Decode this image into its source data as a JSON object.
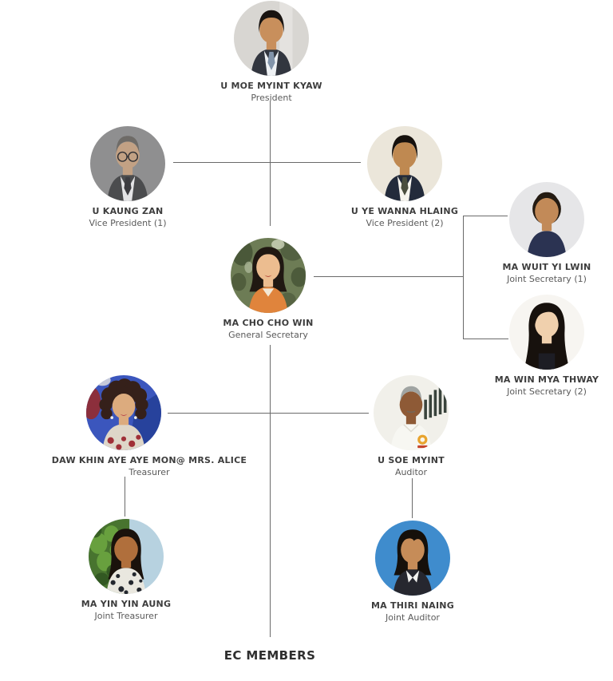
{
  "heading": "EC MEMBERS",
  "colors": {
    "background": "#ffffff",
    "line": "#6a6a6a",
    "name_text": "#3d3d3d",
    "role_text": "#5a5a5a",
    "heading_text": "#2f2f2f"
  },
  "people": {
    "president": {
      "name": "U MOE MYINT KYAW",
      "role": "President",
      "avatar": {
        "bg": "#d8d6d2",
        "skin": "#c88f5c",
        "hair": "#181310",
        "shirt": "#32363f",
        "tie": "#8294aa"
      }
    },
    "vice_president_1": {
      "name": "U KAUNG ZAN",
      "role": "Vice President (1)",
      "avatar": {
        "bg": "#8f8f90",
        "skin": "#c2a184",
        "hair": "#6e6b67",
        "shirt": "#4b4c4e",
        "tie": "#3c3c40"
      }
    },
    "vice_president_2": {
      "name": "U YE WANNA HLAING",
      "role": "Vice President (2)",
      "avatar": {
        "bg": "#ebe6da",
        "skin": "#bf8951",
        "hair": "#16110d",
        "shirt": "#232b3b",
        "tie": "#4b4e3f"
      }
    },
    "general_secretary": {
      "name": "MA CHO CHO WIN",
      "role": "General Secretary",
      "avatar": {
        "bg": "#6d7c55",
        "detail": "#2e3a22",
        "skin": "#ecbd90",
        "hair": "#201812",
        "shirt": "#e0843c"
      }
    },
    "joint_secretary_1": {
      "name": "MA WUIT YI LWIN",
      "role": "Joint Secretary (1)",
      "avatar": {
        "bg": "#e6e6e8",
        "skin": "#c28a58",
        "hair": "#241b12",
        "shirt": "#2b3352"
      }
    },
    "joint_secretary_2": {
      "name": "MA WIN MYA THWAY",
      "role": "Joint Secretary (2)",
      "avatar": {
        "bg": "#f7f5f1",
        "skin": "#f0d0ad",
        "hair": "#17110d",
        "shirt": "#1d1d24"
      }
    },
    "treasurer": {
      "name": "DAW KHIN AYE AYE MON@ MRS. ALICE",
      "role": "Treasurer",
      "avatar": {
        "bg": "#3b56bd",
        "bg2": "#8c2f3c",
        "skin": "#dcab7e",
        "hair": "#35201a",
        "shirt": "#ded6c8",
        "detail": "#a03038"
      }
    },
    "auditor": {
      "name": "U SOE MYINT",
      "role": "Auditor",
      "avatar": {
        "bg": "#f1f0ea",
        "detail": "#39433c",
        "skin": "#8e5a36",
        "hair": "#a0a4a2",
        "shirt": "#f7f7f2",
        "accent": "#e8a42e"
      }
    },
    "joint_treasurer": {
      "name": "MA YIN YIN AUNG",
      "role": "Joint Treasurer",
      "avatar": {
        "bg": "#b7d2e0",
        "bg2": "#48742f",
        "skin": "#b06f3c",
        "hair": "#1a120c",
        "shirt": "#e9e7df",
        "detail": "#23272e"
      }
    },
    "joint_auditor": {
      "name": "MA THIRI NAING",
      "role": "Joint Auditor",
      "avatar": {
        "bg": "#3f8ccd",
        "skin": "#c68c58",
        "hair": "#15100b",
        "shirt": "#26272f",
        "accent": "#f2f2f0"
      }
    }
  }
}
